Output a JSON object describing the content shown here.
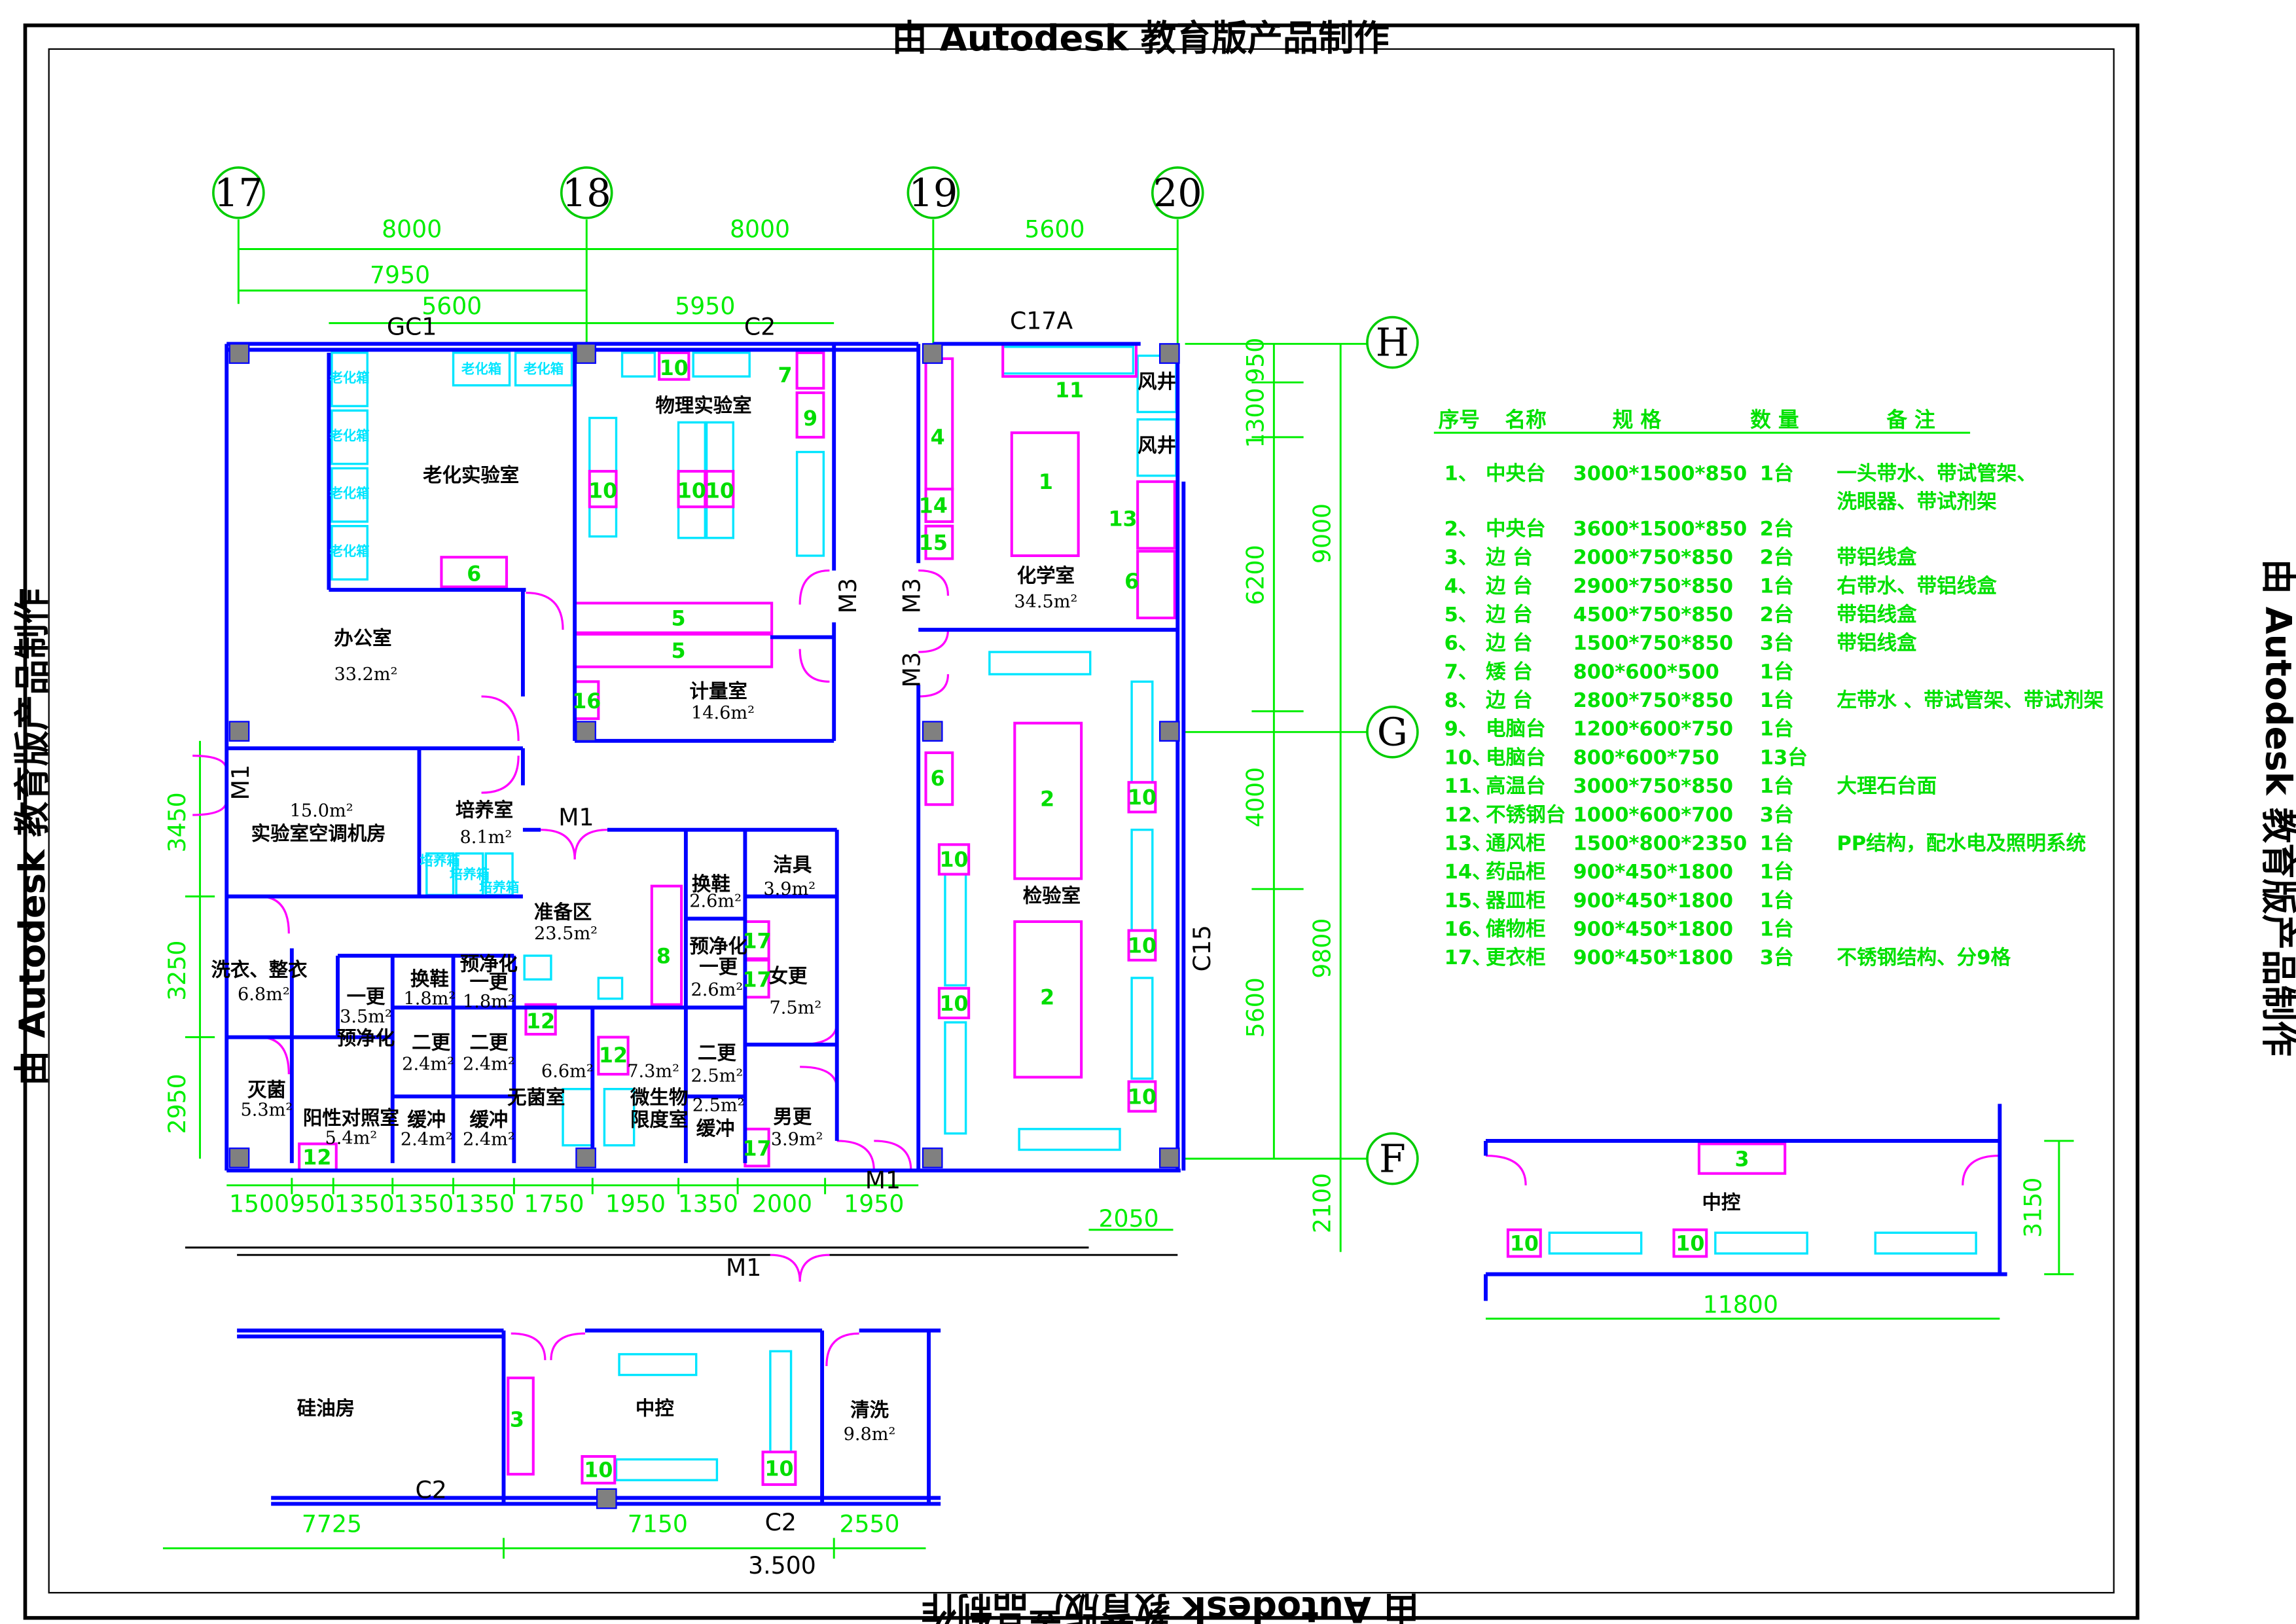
{
  "watermark": "由 Autodesk 教育版产品制作",
  "colors": {
    "wall": "#0000ff",
    "furniture": "#ff00ff",
    "dimension": "#00ee00",
    "equipment": "#00e5ff",
    "column": "#808080"
  },
  "axes": {
    "vertical": [
      "17",
      "18",
      "19",
      "20"
    ],
    "horizontal": [
      "H",
      "G",
      "F"
    ]
  },
  "dimensions": {
    "top": [
      "8000",
      "8000",
      "5600",
      "7950",
      "5600",
      "5950"
    ],
    "right_inner": [
      "950",
      "1300",
      "6200",
      "4000",
      "5600"
    ],
    "right_outer": [
      "9000",
      "9800",
      "2100"
    ],
    "left": [
      "3450",
      "3250",
      "2950"
    ],
    "bottom": [
      "1500",
      "950",
      "1350",
      "1350",
      "1350",
      "1750",
      "1950",
      "1350",
      "2000",
      "1950"
    ],
    "bottom_extra": "2050",
    "annex": [
      "7725",
      "7150",
      "2550",
      "3.500"
    ],
    "right_annex": [
      "11800",
      "3150"
    ]
  },
  "openings": {
    "gc1": "GC1",
    "c2_top": "C2",
    "c17a": "C17A",
    "c15": "C15",
    "m1": "M1",
    "m3": "M3",
    "c2": "C2"
  },
  "rooms": [
    {
      "name": "老化实验室"
    },
    {
      "name": "办公室",
      "area": "33.2m²"
    },
    {
      "name": "物理实验室"
    },
    {
      "name": "计量室",
      "area": "14.6m²"
    },
    {
      "name": "实验室空调机房",
      "area": "15.0m²"
    },
    {
      "name": "培养室",
      "area": "8.1m²"
    },
    {
      "name": "准备区",
      "area": "23.5m²"
    },
    {
      "name": "洁具",
      "area": "3.9m²"
    },
    {
      "name": "换鞋",
      "area": "2.6m²"
    },
    {
      "name": "预净化",
      "name2": "一更",
      "area": "2.6m²"
    },
    {
      "name": "女更",
      "area": "7.5m²"
    },
    {
      "name": "洗衣、整衣",
      "area": "6.8m²"
    },
    {
      "name": "一更",
      "name2": "预净化",
      "area": "3.5m²"
    },
    {
      "name": "换鞋",
      "area": "1.8m²"
    },
    {
      "name": "预净化",
      "name2": "一更",
      "area": "1.8m²"
    },
    {
      "name": "二更",
      "area": "2.4m²"
    },
    {
      "name": "二更",
      "area": "2.4m²"
    },
    {
      "name": "灭菌",
      "area": "5.3m²"
    },
    {
      "name": "阳性对照室",
      "area": "5.4m²"
    },
    {
      "name": "缓冲",
      "area": "2.4m²"
    },
    {
      "name": "缓冲",
      "area": "2.4m²"
    },
    {
      "name": "无菌室",
      "area": "6.6m²"
    },
    {
      "name": "微生物",
      "name2": "限度室",
      "area": "7.3m²"
    },
    {
      "name": "二更",
      "area": "2.5m²"
    },
    {
      "name": "缓冲",
      "area": "2.5m²"
    },
    {
      "name": "男更",
      "area": "3.9m²"
    },
    {
      "name": "化学室",
      "area": "34.5m²"
    },
    {
      "name": "检验室"
    },
    {
      "name": "硅油房"
    },
    {
      "name": "中控"
    },
    {
      "name": "清洗",
      "area": "9.8m²"
    },
    {
      "name": "中控"
    }
  ],
  "equipment_labels": {
    "aging_oven": "老化箱",
    "incubator": "培养箱",
    "shaft": "风井"
  },
  "table": {
    "headers": [
      "序号",
      "名称",
      "规  格",
      "数 量",
      "备  注"
    ],
    "rows": [
      {
        "no": "1、",
        "name": "中央台",
        "spec": "3000*1500*850",
        "qty": "1台",
        "remark": "一头带水、带试管架、",
        "remark2": "洗眼器、带试剂架"
      },
      {
        "no": "2、",
        "name": "中央台",
        "spec": "3600*1500*850",
        "qty": "2台",
        "remark": ""
      },
      {
        "no": "3、",
        "name": "边  台",
        "spec": "2000*750*850",
        "qty": "2台",
        "remark": "带铝线盒"
      },
      {
        "no": "4、",
        "name": "边  台",
        "spec": "2900*750*850",
        "qty": "1台",
        "remark": "右带水、带铝线盒"
      },
      {
        "no": "5、",
        "name": "边  台",
        "spec": "4500*750*850",
        "qty": "2台",
        "remark": "带铝线盒"
      },
      {
        "no": "6、",
        "name": "边  台",
        "spec": "1500*750*850",
        "qty": "3台",
        "remark": "带铝线盒"
      },
      {
        "no": "7、",
        "name": "矮  台",
        "spec": "800*600*500",
        "qty": "1台",
        "remark": ""
      },
      {
        "no": "8、",
        "name": "边  台",
        "spec": "2800*750*850",
        "qty": "1台",
        "remark": "左带水 、带试管架、带试剂架"
      },
      {
        "no": "9、",
        "name": "电脑台",
        "spec": "1200*600*750",
        "qty": "1台",
        "remark": ""
      },
      {
        "no": "10、",
        "name": "电脑台",
        "spec": "800*600*750",
        "qty": "13台",
        "remark": ""
      },
      {
        "no": "11、",
        "name": "高温台",
        "spec": "3000*750*850",
        "qty": "1台",
        "remark": "大理石台面"
      },
      {
        "no": "12、",
        "name": "不锈钢台",
        "spec": "1000*600*700",
        "qty": "3台",
        "remark": ""
      },
      {
        "no": "13、",
        "name": "通风柜",
        "spec": "1500*800*2350",
        "qty": "1台",
        "remark": "PP结构，配水电及照明系统"
      },
      {
        "no": "14、",
        "name": "药品柜",
        "spec": "900*450*1800",
        "qty": "1台",
        "remark": ""
      },
      {
        "no": "15、",
        "name": "器皿柜",
        "spec": "900*450*1800",
        "qty": "1台",
        "remark": ""
      },
      {
        "no": "16、",
        "name": "储物柜",
        "spec": "900*450*1800",
        "qty": "1台",
        "remark": ""
      },
      {
        "no": "17、",
        "name": "更衣柜",
        "spec": "900*450*1800",
        "qty": "3台",
        "remark": "不锈钢结构、分9格"
      }
    ]
  },
  "furniture_tags": [
    "10",
    "7",
    "9",
    "10",
    "10",
    "10",
    "6",
    "5",
    "5",
    "16",
    "4",
    "14",
    "15",
    "1",
    "13",
    "6",
    "11",
    "6",
    "2",
    "2",
    "10",
    "10",
    "10",
    "10",
    "10",
    "8",
    "12",
    "12",
    "12",
    "17",
    "17",
    "17",
    "3",
    "10",
    "10",
    "3",
    "10",
    "10"
  ]
}
